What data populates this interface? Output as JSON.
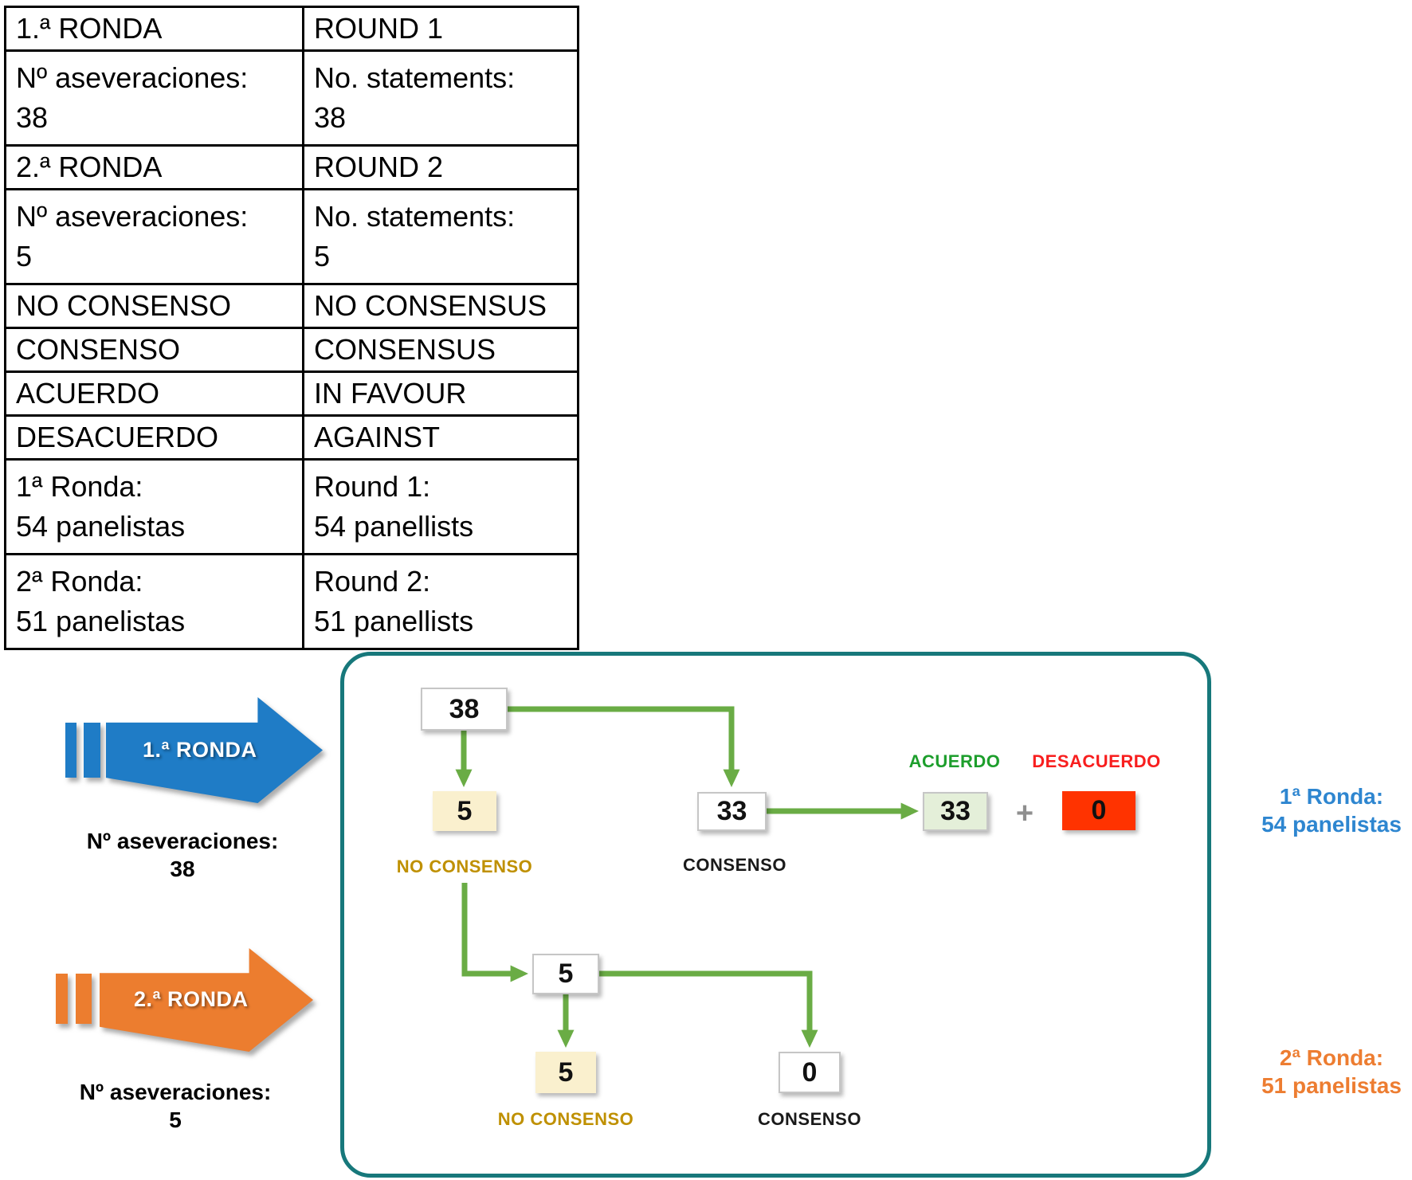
{
  "table": {
    "rows": [
      {
        "es": [
          "1.ª RONDA"
        ],
        "en": [
          "ROUND 1"
        ]
      },
      {
        "es": [
          "Nº aseveraciones:",
          "38"
        ],
        "en": [
          "No. statements:",
          "38"
        ]
      },
      {
        "es": [
          "2.ª RONDA"
        ],
        "en": [
          "ROUND 2"
        ]
      },
      {
        "es": [
          "Nº aseveraciones:",
          "5"
        ],
        "en": [
          "No. statements:",
          "5"
        ]
      },
      {
        "es": [
          "NO CONSENSO"
        ],
        "en": [
          "NO CONSENSUS"
        ]
      },
      {
        "es": [
          "CONSENSO"
        ],
        "en": [
          "CONSENSUS"
        ]
      },
      {
        "es": [
          "ACUERDO"
        ],
        "en": [
          "IN FAVOUR"
        ]
      },
      {
        "es": [
          "DESACUERDO"
        ],
        "en": [
          "AGAINST"
        ]
      },
      {
        "es": [
          "1ª Ronda:",
          "54 panelistas"
        ],
        "en": [
          "Round 1:",
          "54 panellists"
        ]
      },
      {
        "es": [
          "2ª Ronda:",
          "51 panelistas"
        ],
        "en": [
          "Round 2:",
          "51 panellists"
        ]
      }
    ]
  },
  "round1": {
    "arrow_label": "1.ª RONDA",
    "statements_label": "Nº aseveraciones:",
    "statements_value": "38",
    "panelists_note": [
      "1ª Ronda:",
      "54 panelistas"
    ]
  },
  "round2": {
    "arrow_label": "2.ª RONDA",
    "statements_label": "Nº aseveraciones:",
    "statements_value": "5",
    "panelists_note": [
      "2ª Ronda:",
      "51 panelistas"
    ]
  },
  "flowchart": {
    "round1": {
      "total": "38",
      "no_consensus_value": "5",
      "no_consensus_label": "NO CONSENSO",
      "consensus_value": "33",
      "consensus_label": "CONSENSO",
      "in_favour_label": "ACUERDO",
      "in_favour_value": "33",
      "plus_sign": "+",
      "against_label": "DESACUERDO",
      "against_value": "0"
    },
    "round2": {
      "no_consensus_entry_value": "5",
      "no_consensus_value": "5",
      "no_consensus_label": "NO CONSENSO",
      "consensus_value": "0",
      "consensus_label": "CONSENSO"
    }
  },
  "colors": {
    "blue_arrow": "#1F7CC6",
    "orange_arrow": "#EC7D2F",
    "teal_border": "#17787B",
    "connector_green": "#6AAC45",
    "gold_label": "#BF9000",
    "in_favour_green": "#1D9E2C",
    "against_red": "#F81E1E",
    "red_box_fill": "#FF3300",
    "light_green_fill": "#E4EFD9",
    "cream_fill": "#FAF0CE",
    "blue_note": "#2E86D0",
    "orange_note": "#ED7D31"
  }
}
